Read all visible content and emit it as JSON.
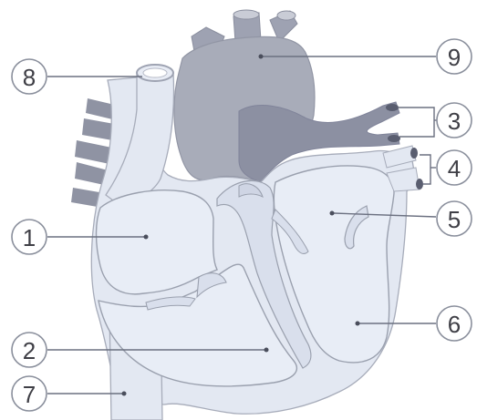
{
  "diagram": {
    "labels": [
      "1",
      "2",
      "3",
      "4",
      "5",
      "6",
      "7",
      "8",
      "9"
    ]
  },
  "colors": {
    "light_chamber": "#e3e8f2",
    "outline": "#9ea3b2",
    "aorta": "#a8acb9",
    "aorta_dark": "#8d91a1",
    "vessel": "#8f93a3",
    "background": "#ffffff"
  }
}
